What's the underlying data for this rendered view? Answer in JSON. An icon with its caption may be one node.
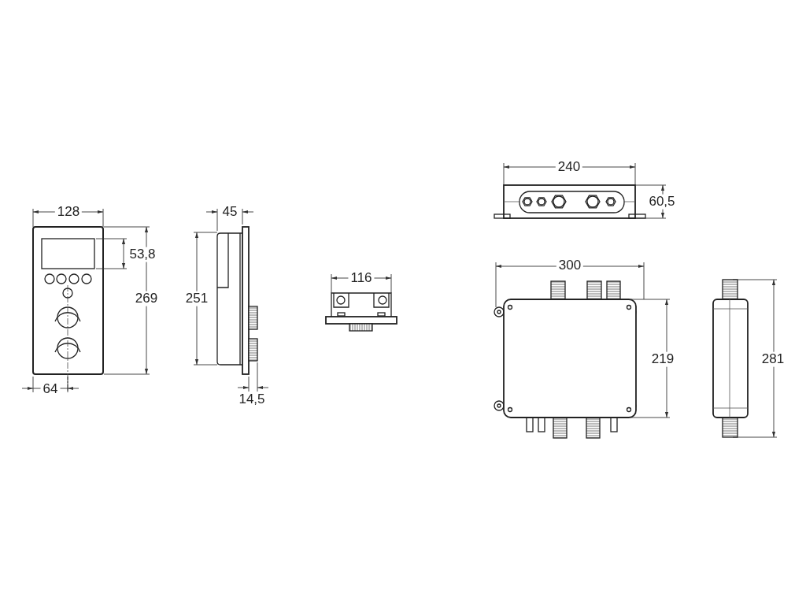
{
  "diagram": {
    "labels": [
      "128",
      "53,8",
      "269",
      "64",
      "45",
      "251",
      "14,5",
      "116",
      "240",
      "60,5",
      "300",
      "219",
      "281"
    ]
  }
}
